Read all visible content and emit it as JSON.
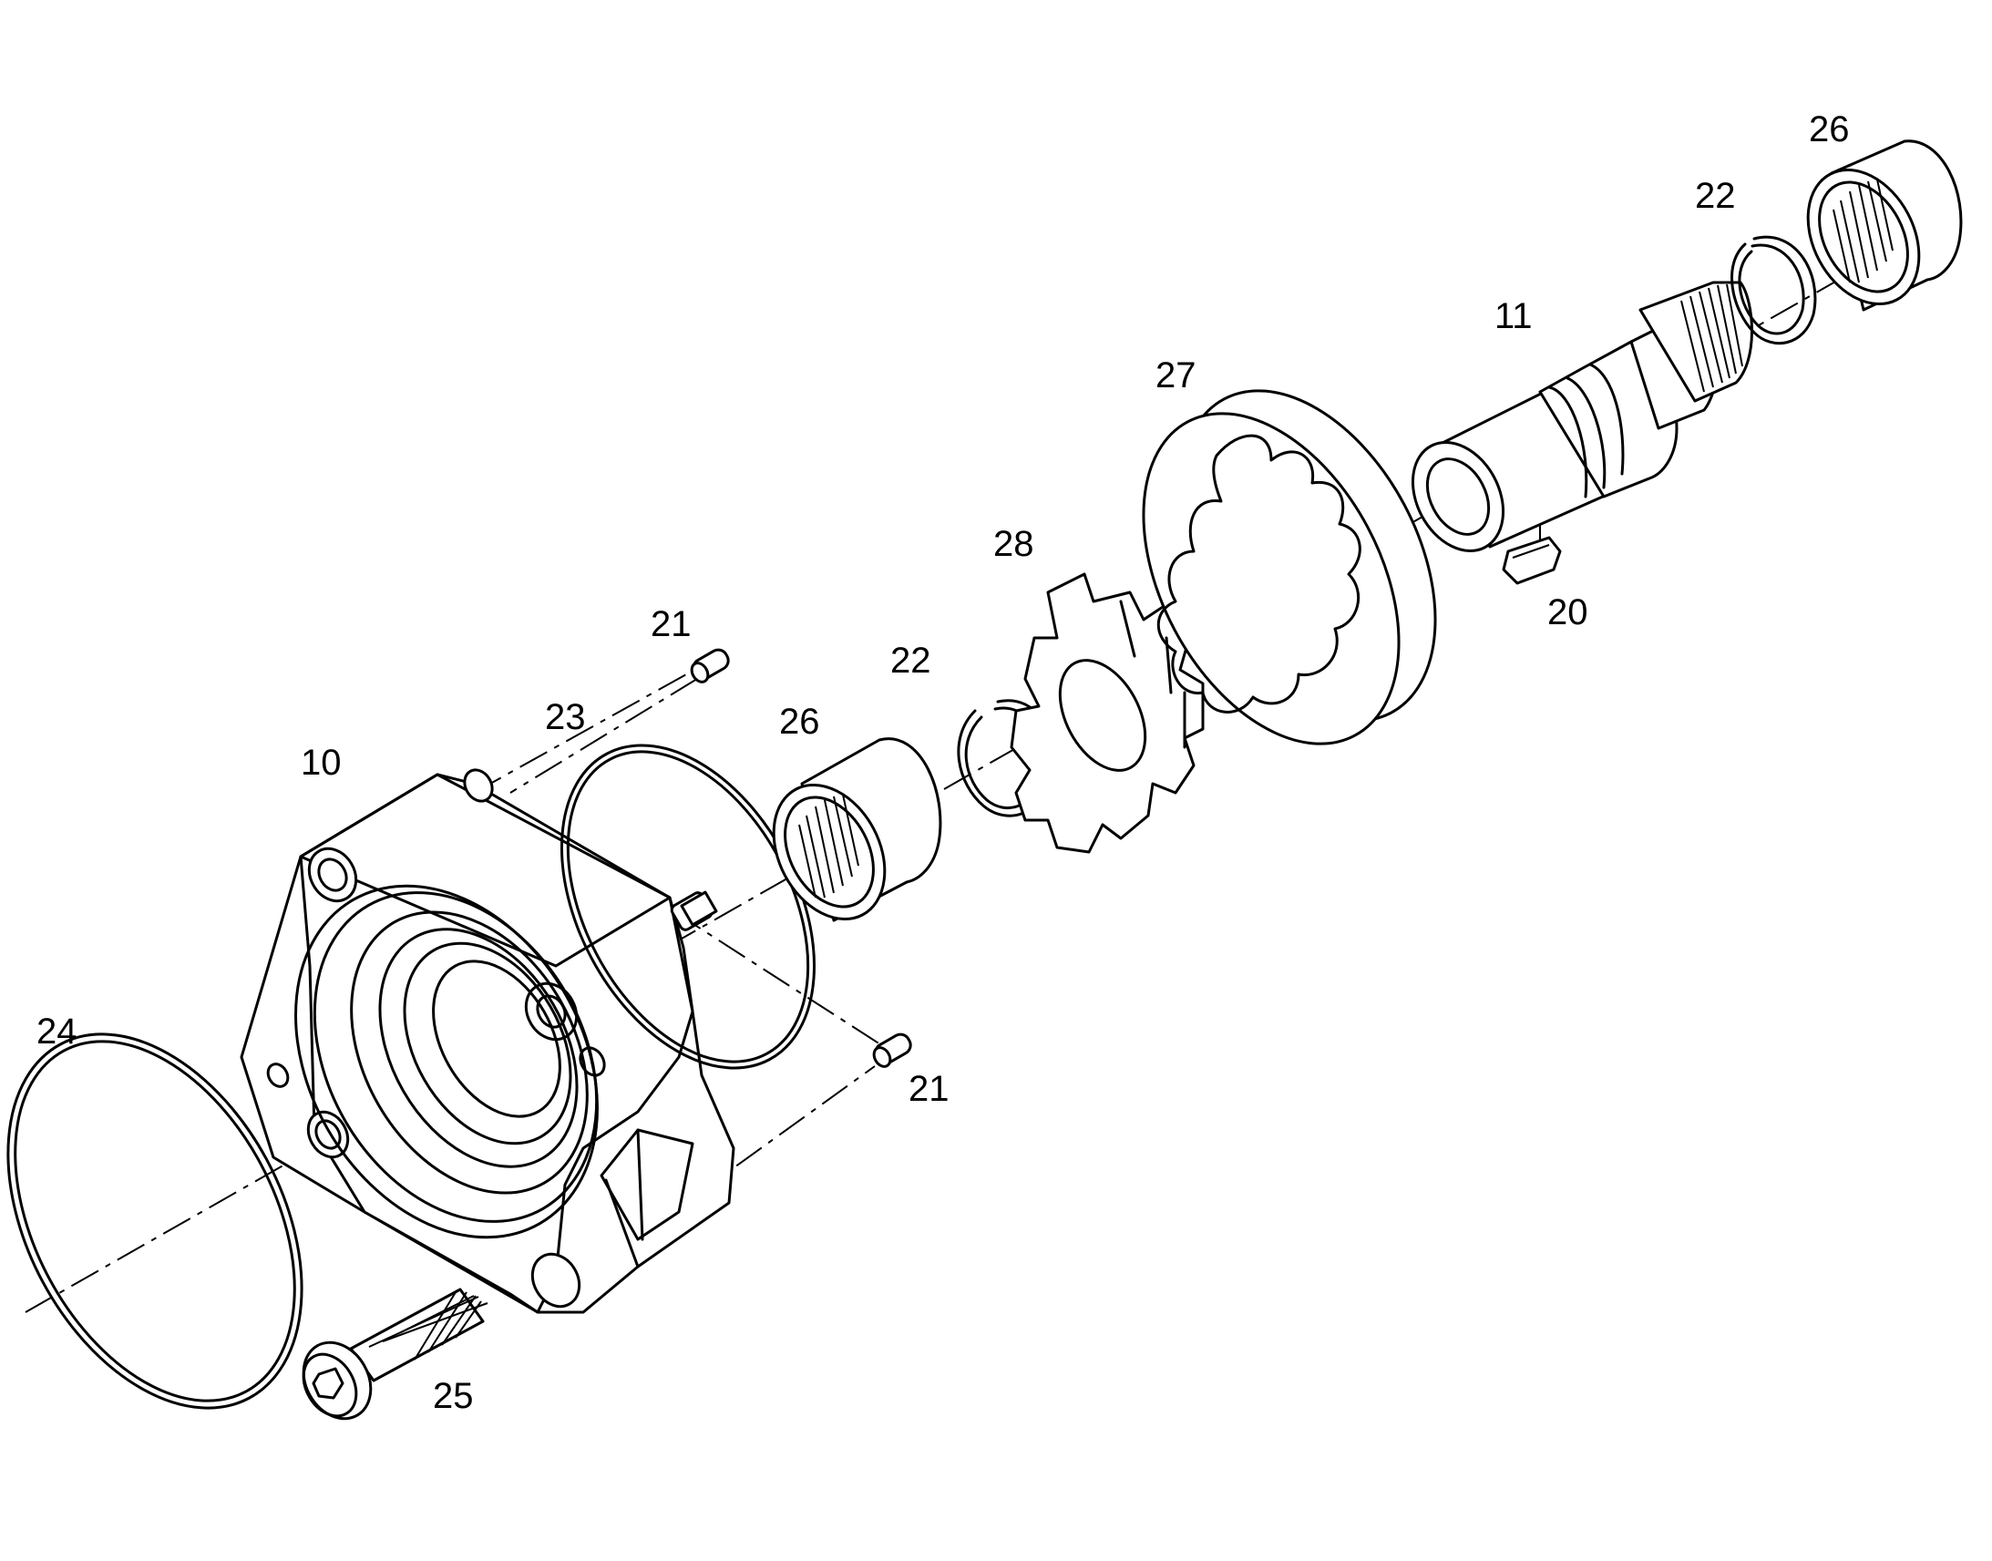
{
  "callouts": {
    "p10": "10",
    "p11": "11",
    "p20": "20",
    "p21a": "21",
    "p21b": "21",
    "p22a": "22",
    "p22b": "22",
    "p23": "23",
    "p24": "24",
    "p25": "25",
    "p26a": "26",
    "p26b": "26",
    "p27": "27",
    "p28": "28"
  }
}
